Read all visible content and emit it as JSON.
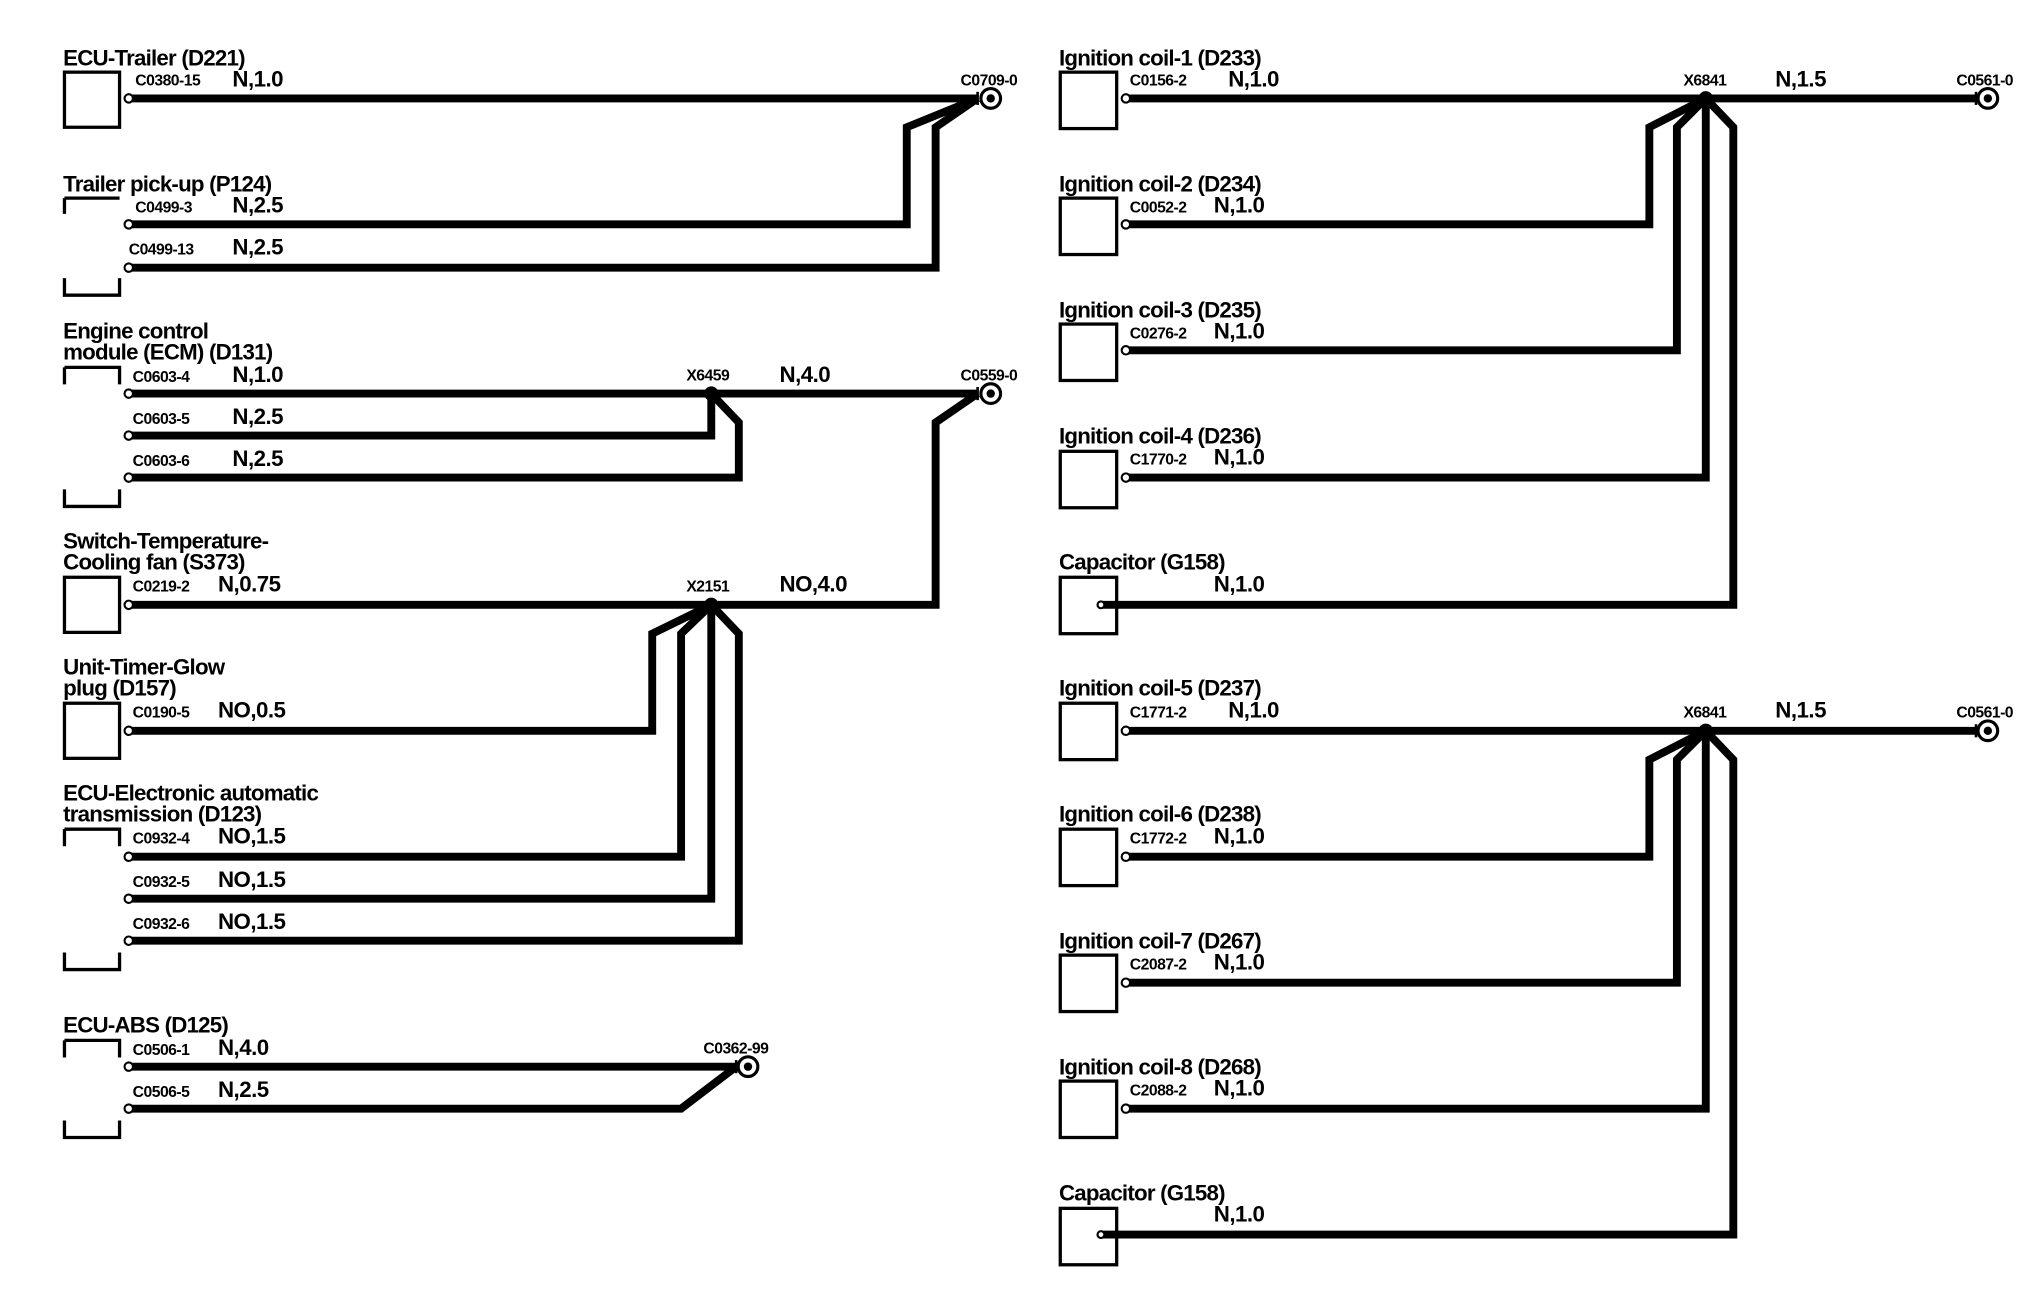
{
  "left": {
    "components": [
      {
        "title": [
          "ECU-Trailer (D221)"
        ],
        "pins": [
          {
            "pin": "C0380-15",
            "spec": "N,1.0"
          }
        ]
      },
      {
        "title": [
          "Trailer pick-up (P124)"
        ],
        "pins": [
          {
            "pin": "C0499-3",
            "spec": "N,2.5"
          },
          {
            "pin": "C0499-13",
            "spec": "N,2.5"
          }
        ]
      },
      {
        "title": [
          "Engine control",
          "module (ECM) (D131)"
        ],
        "pins": [
          {
            "pin": "C0603-4",
            "spec": "N,1.0"
          },
          {
            "pin": "C0603-5",
            "spec": "N,2.5"
          },
          {
            "pin": "C0603-6",
            "spec": "N,2.5"
          }
        ]
      },
      {
        "title": [
          "Switch-Temperature-",
          "Cooling fan (S373)"
        ],
        "pins": [
          {
            "pin": "C0219-2",
            "spec": "N,0.75"
          }
        ]
      },
      {
        "title": [
          "Unit-Timer-Glow",
          "plug (D157)"
        ],
        "pins": [
          {
            "pin": "C0190-5",
            "spec": "NO,0.5"
          }
        ]
      },
      {
        "title": [
          "ECU-Electronic automatic",
          "transmission (D123)"
        ],
        "pins": [
          {
            "pin": "C0932-4",
            "spec": "NO,1.5"
          },
          {
            "pin": "C0932-5",
            "spec": "NO,1.5"
          },
          {
            "pin": "C0932-6",
            "spec": "NO,1.5"
          }
        ]
      },
      {
        "title": [
          "ECU-ABS (D125)"
        ],
        "pins": [
          {
            "pin": "C0506-1",
            "spec": "N,4.0"
          },
          {
            "pin": "C0506-5",
            "spec": "N,2.5"
          }
        ]
      }
    ],
    "splices": [
      {
        "id": "X6459",
        "spec": "N,4.0"
      },
      {
        "id": "X2151",
        "spec": "NO,4.0"
      }
    ],
    "grounds": [
      "C0709-0",
      "C0559-0",
      "C0362-99"
    ]
  },
  "right": {
    "components": [
      {
        "title": [
          "Ignition coil-1 (D233)"
        ],
        "pins": [
          {
            "pin": "C0156-2",
            "spec": "N,1.0"
          }
        ]
      },
      {
        "title": [
          "Ignition coil-2 (D234)"
        ],
        "pins": [
          {
            "pin": "C0052-2",
            "spec": "N,1.0"
          }
        ]
      },
      {
        "title": [
          "Ignition coil-3 (D235)"
        ],
        "pins": [
          {
            "pin": "C0276-2",
            "spec": "N,1.0"
          }
        ]
      },
      {
        "title": [
          "Ignition coil-4 (D236)"
        ],
        "pins": [
          {
            "pin": "C1770-2",
            "spec": "N,1.0"
          }
        ]
      },
      {
        "title": [
          "Capacitor (G158)"
        ],
        "pins": [
          {
            "pin": "",
            "spec": "N,1.0"
          }
        ]
      },
      {
        "title": [
          "Ignition coil-5 (D237)"
        ],
        "pins": [
          {
            "pin": "C1771-2",
            "spec": "N,1.0"
          }
        ]
      },
      {
        "title": [
          "Ignition coil-6 (D238)"
        ],
        "pins": [
          {
            "pin": "C1772-2",
            "spec": "N,1.0"
          }
        ]
      },
      {
        "title": [
          "Ignition coil-7 (D267)"
        ],
        "pins": [
          {
            "pin": "C2087-2",
            "spec": "N,1.0"
          }
        ]
      },
      {
        "title": [
          "Ignition coil-8 (D268)"
        ],
        "pins": [
          {
            "pin": "C2088-2",
            "spec": "N,1.0"
          }
        ]
      },
      {
        "title": [
          "Capacitor (G158)"
        ],
        "pins": [
          {
            "pin": "",
            "spec": "N,1.0"
          }
        ]
      }
    ],
    "splices": [
      {
        "id": "X6841",
        "spec": "N,1.5"
      },
      {
        "id": "X6841",
        "spec": "N,1.5"
      }
    ],
    "grounds": [
      "C0561-0",
      "C0561-0"
    ]
  }
}
